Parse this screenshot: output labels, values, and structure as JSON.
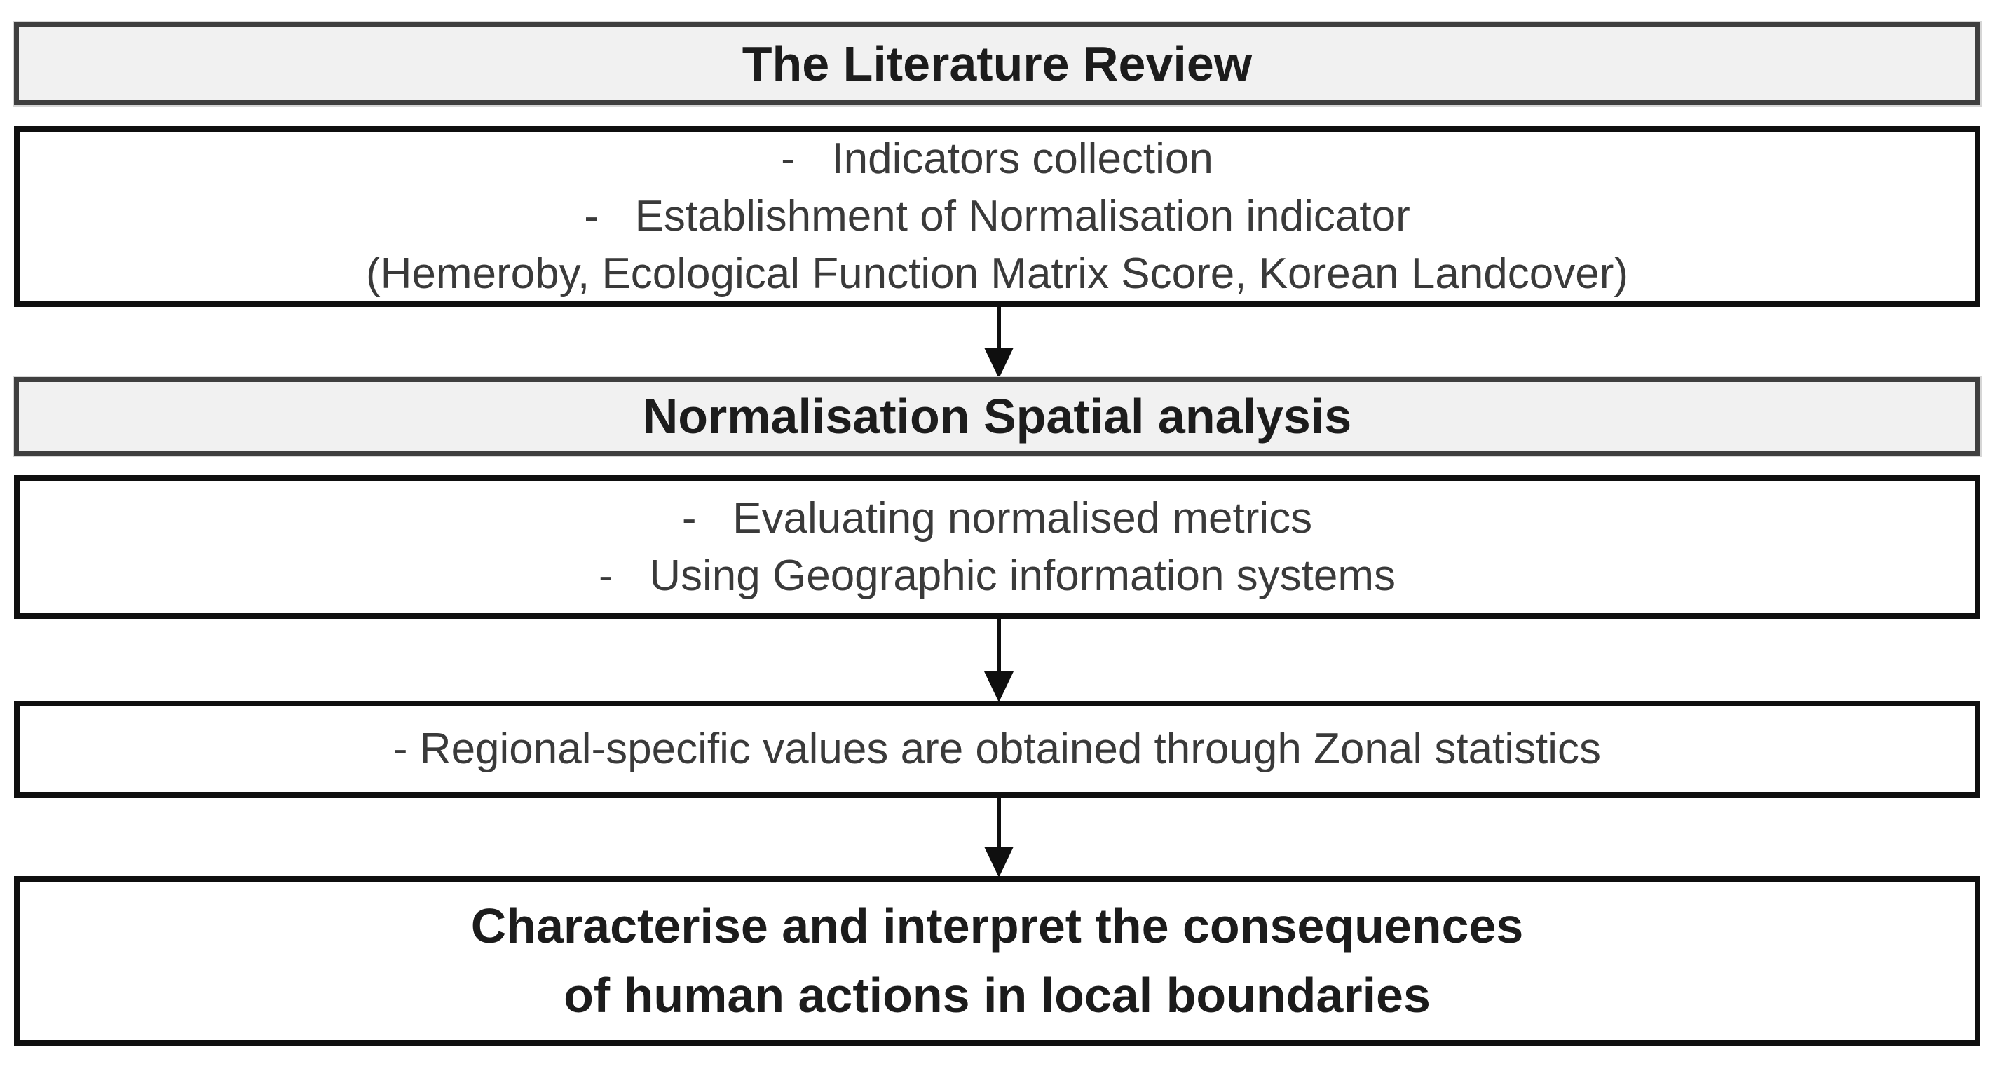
{
  "colors": {
    "page_background": "#ffffff",
    "header_fill": "#f1f1f1",
    "header_border": "#3f3f3f",
    "content_border": "#0f0f0f",
    "content_text": "#3a3a3a",
    "heading_text": "#1c1c1c",
    "arrow": "#0f0f0f"
  },
  "flow": {
    "literature": {
      "header": "The Literature Review",
      "items": {
        "line1": "-   Indicators collection",
        "line2": "-   Establishment of Normalisation indicator",
        "line3": "(Hemeroby, Ecological Function Matrix Score, Korean Landcover)"
      }
    },
    "normalisation": {
      "header": "Normalisation Spatial analysis",
      "items": {
        "line1": "-   Evaluating normalised metrics",
        "line2": "-   Using Geographic information systems"
      }
    },
    "zonal": {
      "line1": "- Regional-specific values are obtained through Zonal statistics"
    },
    "conclusion": {
      "line1": "Characterise and interpret the consequences",
      "line2": "of human actions in local boundaries"
    }
  }
}
